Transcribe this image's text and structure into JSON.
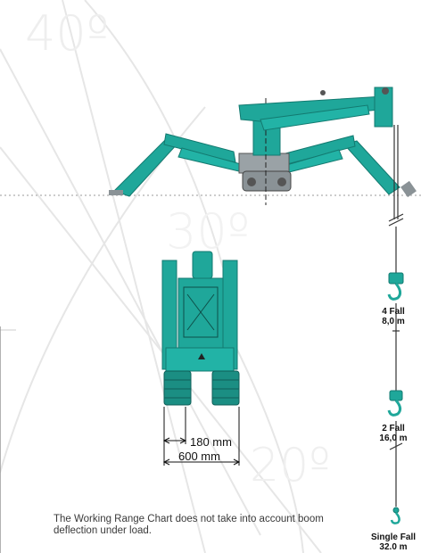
{
  "angle_labels": {
    "a40": "40º",
    "a30": "30º",
    "a20": "20º"
  },
  "note": "The Working Range Chart does not take into account boom deflection under load.",
  "fall_labels": [
    {
      "line1": "4 Fall",
      "line2": "8,0 m"
    },
    {
      "line1": "2 Fall",
      "line2": "16,0 m"
    },
    {
      "line1": "Single Fall",
      "line2": "32.0 m"
    }
  ],
  "dimensions": {
    "inner": "180 mm",
    "outer": "600 mm"
  },
  "colors": {
    "machine": "#1fa79a",
    "machine_dark": "#137a70",
    "track": "#1b8e83",
    "base_grey": "#8a9296",
    "arc": "#e4e4e4",
    "ground": "#bdbdbd"
  }
}
